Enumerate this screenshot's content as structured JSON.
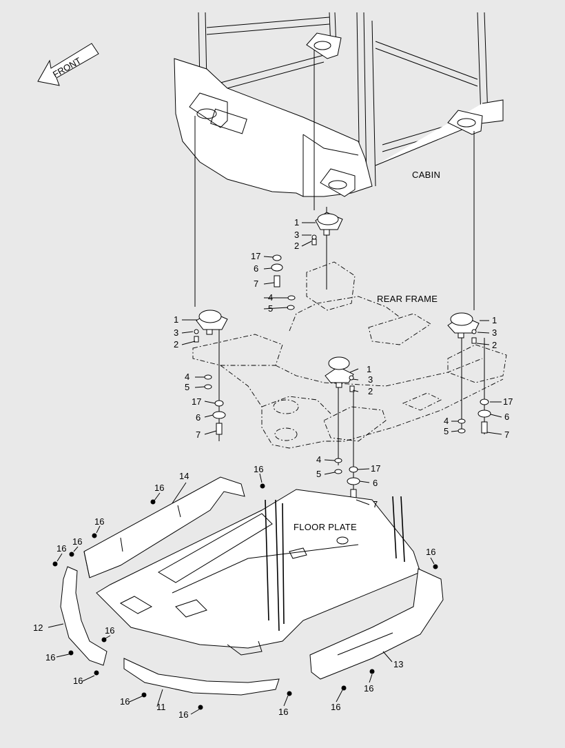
{
  "diagram": {
    "front_arrow": "FRONT",
    "sections": {
      "cabin": "CABIN",
      "rear_frame": "REAR FRAME",
      "floor_plate": "FLOOR PLATE"
    },
    "callouts": [
      {
        "id": "c-1a",
        "text": "1"
      },
      {
        "id": "c-3a",
        "text": "3"
      },
      {
        "id": "c-2a",
        "text": "2"
      },
      {
        "id": "c-17a",
        "text": "17"
      },
      {
        "id": "c-6a",
        "text": "6"
      },
      {
        "id": "c-7a",
        "text": "7"
      },
      {
        "id": "c-4a",
        "text": "4"
      },
      {
        "id": "c-5a",
        "text": "5"
      },
      {
        "id": "c-1b",
        "text": "1"
      },
      {
        "id": "c-3b",
        "text": "3"
      },
      {
        "id": "c-2b",
        "text": "2"
      },
      {
        "id": "c-4b",
        "text": "4"
      },
      {
        "id": "c-5b",
        "text": "5"
      },
      {
        "id": "c-17b",
        "text": "17"
      },
      {
        "id": "c-6b",
        "text": "6"
      },
      {
        "id": "c-7b",
        "text": "7"
      },
      {
        "id": "c-1c",
        "text": "1"
      },
      {
        "id": "c-3c",
        "text": "3"
      },
      {
        "id": "c-2c",
        "text": "2"
      },
      {
        "id": "c-17c",
        "text": "17"
      },
      {
        "id": "c-6c",
        "text": "6"
      },
      {
        "id": "c-7c",
        "text": "7"
      },
      {
        "id": "c-4c",
        "text": "4"
      },
      {
        "id": "c-5c",
        "text": "5"
      },
      {
        "id": "c-1d",
        "text": "1"
      },
      {
        "id": "c-3d",
        "text": "3"
      },
      {
        "id": "c-2d",
        "text": "2"
      },
      {
        "id": "c-4d",
        "text": "4"
      },
      {
        "id": "c-5d",
        "text": "5"
      },
      {
        "id": "c-17d",
        "text": "17"
      },
      {
        "id": "c-6d",
        "text": "6"
      },
      {
        "id": "c-7d",
        "text": "7"
      },
      {
        "id": "c-14",
        "text": "14"
      },
      {
        "id": "c-16a",
        "text": "16"
      },
      {
        "id": "c-16b",
        "text": "16"
      },
      {
        "id": "c-16c",
        "text": "16"
      },
      {
        "id": "c-16d",
        "text": "16"
      },
      {
        "id": "c-16e",
        "text": "16"
      },
      {
        "id": "c-12",
        "text": "12"
      },
      {
        "id": "c-16f",
        "text": "16"
      },
      {
        "id": "c-16g",
        "text": "16"
      },
      {
        "id": "c-16h",
        "text": "16"
      },
      {
        "id": "c-11",
        "text": "11"
      },
      {
        "id": "c-16i",
        "text": "16"
      },
      {
        "id": "c-16j",
        "text": "16"
      },
      {
        "id": "c-16k",
        "text": "16"
      },
      {
        "id": "c-16l",
        "text": "16"
      },
      {
        "id": "c-13",
        "text": "13"
      },
      {
        "id": "c-16m",
        "text": "16"
      },
      {
        "id": "c-16n",
        "text": "16"
      }
    ]
  }
}
